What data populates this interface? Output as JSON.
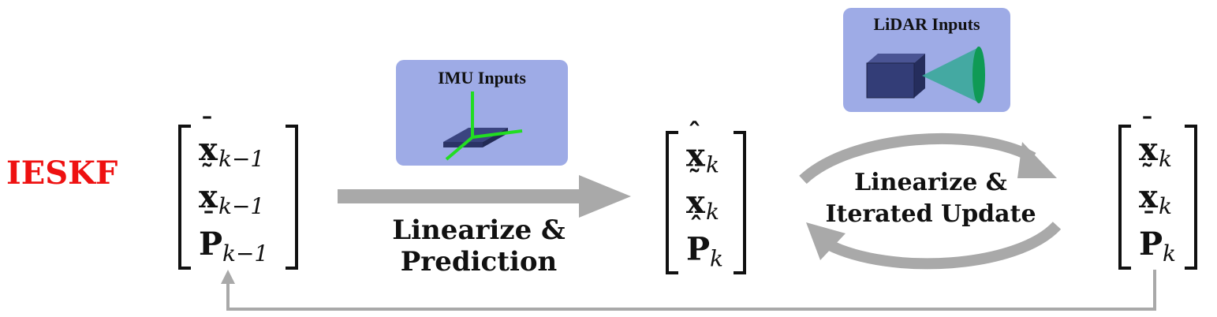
{
  "title": "IESKF",
  "imu_panel": {
    "title": "IMU Inputs",
    "icon": "imu-axes-icon"
  },
  "lidar_panel": {
    "title": "LiDAR Inputs",
    "icon": "lidar-scanner-icon"
  },
  "prediction_label": [
    "Linearize &",
    "Prediction"
  ],
  "update_label": [
    "Linearize &",
    "Iterated Update"
  ],
  "state_prev": [
    {
      "vec": "x",
      "accent": "bar",
      "sub": "k−1"
    },
    {
      "vec": "x",
      "accent": "tilde",
      "sub": "k−1"
    },
    {
      "vec": "P",
      "accent": "bar",
      "sub": "k−1"
    }
  ],
  "state_pred": [
    {
      "vec": "x",
      "accent": "hat",
      "sub": "k"
    },
    {
      "vec": "x",
      "accent": "tilde",
      "sub": "k"
    },
    {
      "vec": "P",
      "accent": "hat",
      "sub": "k"
    }
  ],
  "state_upd": [
    {
      "vec": "x",
      "accent": "bar",
      "sub": "k"
    },
    {
      "vec": "x",
      "accent": "tilde",
      "sub": "k"
    },
    {
      "vec": "P",
      "accent": "bar",
      "sub": "k"
    }
  ],
  "colors": {
    "title": "#ee1111",
    "arrow": "#a9a9a9",
    "panel": "#9eabe6",
    "imu_axes": "#22dd22",
    "lidar_beam": "#3aa89a"
  }
}
